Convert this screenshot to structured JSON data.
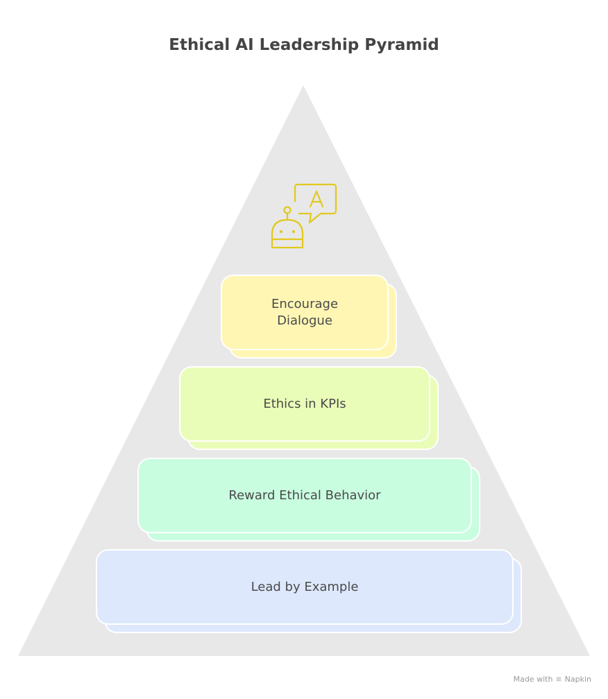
{
  "title": "Ethical AI Leadership Pyramid",
  "icon": "robot-speech-bubble-icon",
  "icon_letter": "A",
  "layers": [
    {
      "label": "Encourage Dialogue",
      "color": "#fff6b4"
    },
    {
      "label": "Ethics in KPIs",
      "color": "#eafdb8"
    },
    {
      "label": "Reward Ethical Behavior",
      "color": "#c9fde0"
    },
    {
      "label": "Lead by Example",
      "color": "#dde8fd"
    }
  ],
  "footer": {
    "made_with": "Made with",
    "brand": "Napkin"
  }
}
